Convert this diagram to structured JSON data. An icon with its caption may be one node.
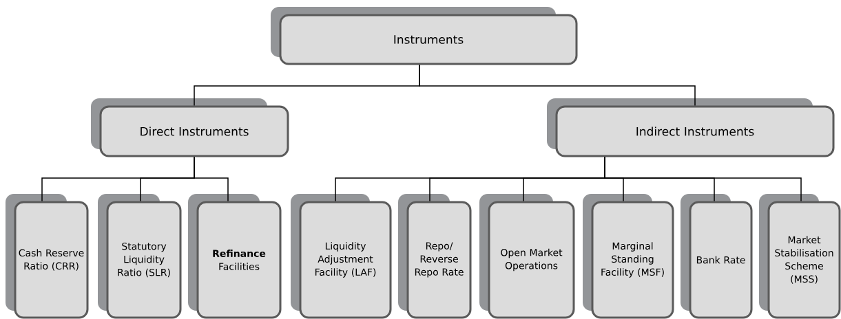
{
  "diagram": {
    "nodes": [
      {
        "text": [
          "Instruments"
        ]
      },
      {
        "text": [
          "Direct Instruments"
        ]
      },
      {
        "text": [
          "Indirect Instruments"
        ]
      },
      {
        "text": [
          "Cash Reserve Ratio (CRR)"
        ]
      },
      {
        "text": [
          "Statutory Liquidity Ratio (SLR)"
        ]
      },
      {
        "text": [
          "**Refinance** Facilities"
        ]
      },
      {
        "text": [
          "Liquidity Adjustment Facility (LAF)"
        ]
      },
      {
        "text": [
          "Repo/ Reverse Repo Rate"
        ]
      },
      {
        "text": [
          "Open Market Operations"
        ]
      },
      {
        "text": [
          "Marginal Standing Facility (MSF)"
        ]
      },
      {
        "text": [
          "Bank Rate"
        ]
      },
      {
        "text": [
          "Market Stabilisation Scheme (MSS)"
        ]
      }
    ],
    "edges": [
      {
        "from": 0,
        "to": 1,
        "arrow": "none"
      },
      {
        "from": 0,
        "to": 2,
        "arrow": "none"
      },
      {
        "from": 1,
        "to": 3,
        "arrow": "none"
      },
      {
        "from": 1,
        "to": 4,
        "arrow": "none"
      },
      {
        "from": 1,
        "to": 5,
        "arrow": "none"
      },
      {
        "from": 2,
        "to": 6,
        "arrow": "none"
      },
      {
        "from": 2,
        "to": 7,
        "arrow": "none"
      },
      {
        "from": 2,
        "to": 8,
        "arrow": "none"
      },
      {
        "from": 2,
        "to": 9,
        "arrow": "none"
      },
      {
        "from": 2,
        "to": 10,
        "arrow": "none"
      },
      {
        "from": 2,
        "to": 11,
        "arrow": "none"
      }
    ]
  }
}
